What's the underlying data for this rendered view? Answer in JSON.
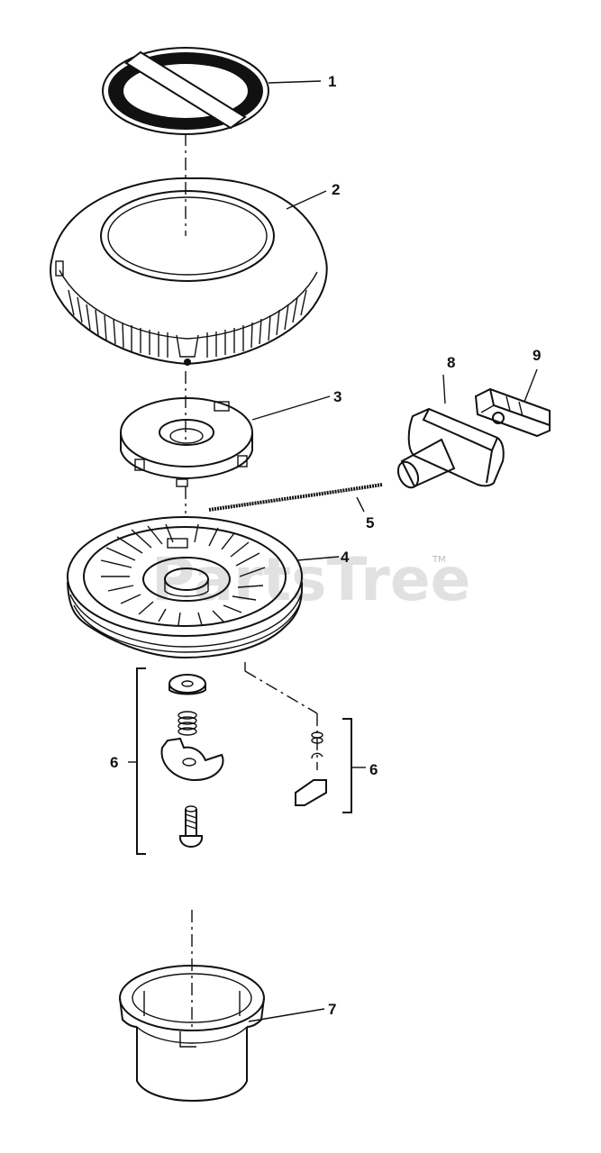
{
  "watermark": {
    "text": "PartsTree",
    "trademark": "TM"
  },
  "callouts": [
    {
      "id": "1",
      "label": "1"
    },
    {
      "id": "2",
      "label": "2"
    },
    {
      "id": "3",
      "label": "3"
    },
    {
      "id": "4",
      "label": "4"
    },
    {
      "id": "5",
      "label": "5"
    },
    {
      "id": "6a",
      "label": "6"
    },
    {
      "id": "6b",
      "label": "6"
    },
    {
      "id": "7",
      "label": "7"
    },
    {
      "id": "8",
      "label": "8"
    },
    {
      "id": "9",
      "label": "9"
    }
  ],
  "colors": {
    "ink": "#111111",
    "paper": "#ffffff",
    "watermark": "#c8c8c8"
  }
}
